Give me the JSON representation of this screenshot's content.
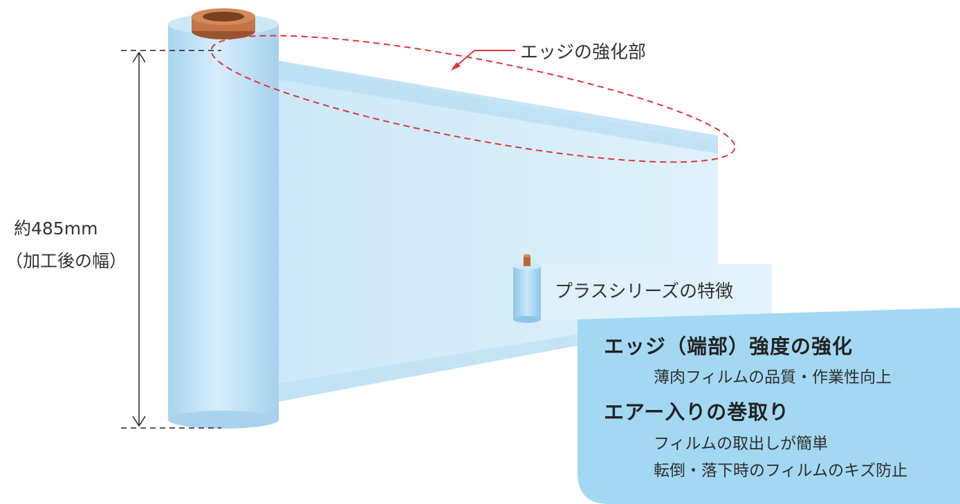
{
  "dimension": {
    "value": "約485mm",
    "note": "（加工後の幅）"
  },
  "edge_callout": "エッジの強化部",
  "plus_series_label": "プラスシリーズの特徴",
  "features": [
    {
      "title": "エッジ（端部）強度の強化",
      "lines": [
        "薄肉フィルムの品質・作業性向上"
      ]
    },
    {
      "title": "エアー入りの巻取り",
      "lines": [
        "フィルムの取出しが簡単",
        "転倒・落下時のフィルムのキズ防止"
      ]
    }
  ],
  "colors": {
    "film": "#cfeaf8",
    "roll": "#b7dcf2",
    "core": "#b8693a",
    "callout_dash": "#e0323a",
    "feature_panel": "#9fd6f2"
  }
}
